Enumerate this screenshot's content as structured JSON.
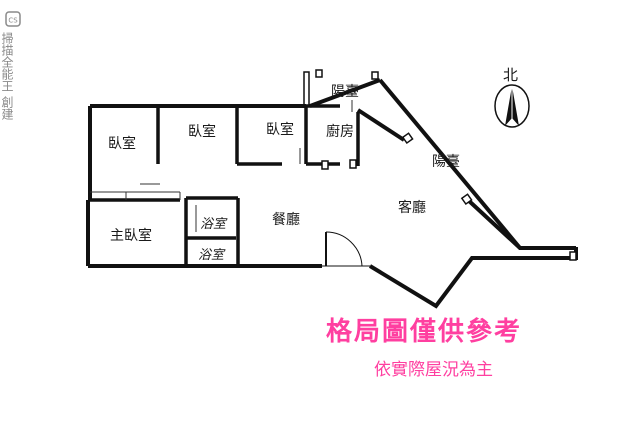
{
  "watermark": {
    "logo_text": "CS",
    "text": "掃描全能王 創建"
  },
  "compass": {
    "label": "北"
  },
  "rooms": {
    "balcony_top": "陽臺",
    "bedroom_1": "臥室",
    "bedroom_2": "臥室",
    "bedroom_3": "臥室",
    "kitchen": "廚房",
    "balcony_right": "陽臺",
    "master_bedroom": "主臥室",
    "bathroom_1": "浴室",
    "bathroom_2": "浴室",
    "dining_room": "餐廳",
    "living_room": "客廳"
  },
  "notice": {
    "title": "格局圖僅供參考",
    "subtitle": "依實際屋況為主"
  }
}
